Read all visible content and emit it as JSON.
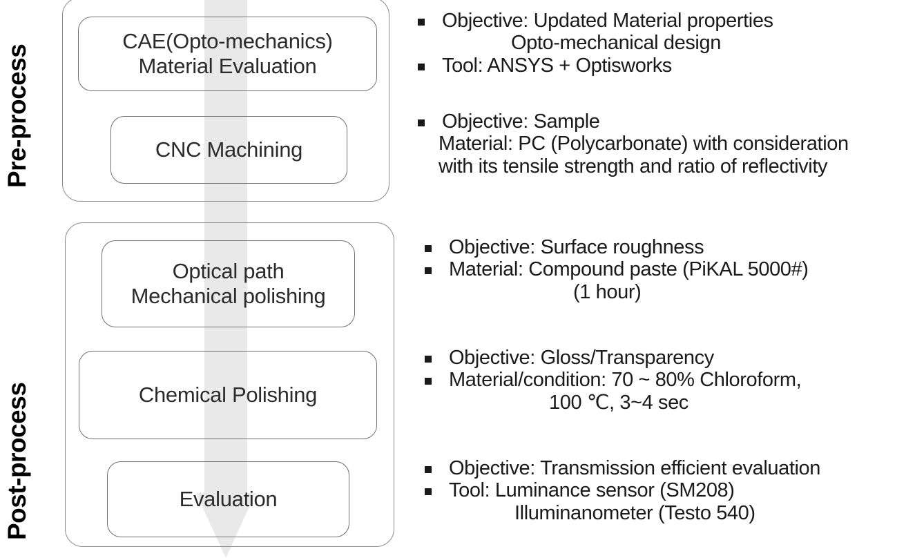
{
  "stages": [
    {
      "id": "pre",
      "label": "Pre-process"
    },
    {
      "id": "post",
      "label": "Post-process"
    }
  ],
  "steps": {
    "cae": "CAE(Opto-mechanics)\nMaterial Evaluation",
    "cnc": "CNC Machining",
    "optical": "Optical path\nMechanical polishing",
    "chemical": "Chemical Polishing",
    "evaluation": "Evaluation"
  },
  "descriptions": {
    "pre_1": {
      "lines": [
        {
          "bullet": true,
          "indent": 0,
          "text": "Objective: Updated Material properties"
        },
        {
          "bullet": false,
          "indent": 3,
          "text": "Opto-mechanical design"
        },
        {
          "bullet": true,
          "indent": 0,
          "text": "Tool: ANSYS + Optisworks"
        }
      ]
    },
    "pre_2": {
      "lines": [
        {
          "bullet": true,
          "indent": 0,
          "text": "Objective: Sample"
        },
        {
          "bullet": false,
          "indent": 2,
          "text": "Material: PC (Polycarbonate) with consideration"
        },
        {
          "bullet": false,
          "indent": 2,
          "text": "with its tensile strength and ratio of reflectivity"
        }
      ]
    },
    "post_1": {
      "lines": [
        {
          "bullet": true,
          "indent": 1,
          "text": "Objective: Surface roughness"
        },
        {
          "bullet": true,
          "indent": 1,
          "text": "Material: Compound paste (PiKAL 5000#)"
        },
        {
          "bullet": false,
          "indent": 4,
          "text": "(1 hour)"
        }
      ]
    },
    "post_2": {
      "lines": [
        {
          "bullet": true,
          "indent": 1,
          "text": "Objective: Gloss/Transparency"
        },
        {
          "bullet": true,
          "indent": 1,
          "text": "Material/condition: 70 ~ 80% Chloroform,"
        },
        {
          "bullet": false,
          "indent": 5,
          "text": "100 ℃, 3~4 sec"
        }
      ]
    },
    "post_3": {
      "lines": [
        {
          "bullet": true,
          "indent": 1,
          "text": "Objective: Transmission efficient evaluation"
        },
        {
          "bullet": true,
          "indent": 1,
          "text": "Tool: Luminance sensor (SM208)"
        },
        {
          "bullet": false,
          "indent": 6,
          "text": "Illuminanometer (Testo 540)"
        }
      ]
    }
  },
  "colors": {
    "box_border": "#8b8b8b",
    "step_border": "#6f6f6f",
    "text": "#1a1a1a",
    "step_text": "#2b2b2b",
    "arrow_fill": "#e9e9e9",
    "background": "#ffffff"
  },
  "arrow": {
    "name": "process-flow-down-arrow",
    "direction": "down"
  }
}
